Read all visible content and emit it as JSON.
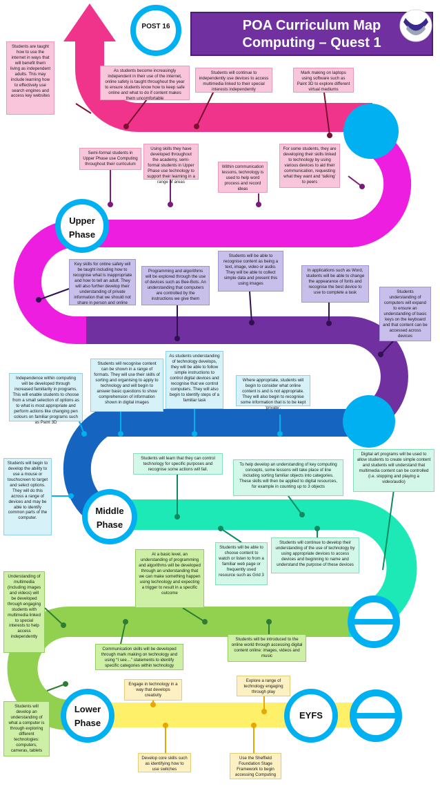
{
  "title": {
    "line1": "POA Curriculum Map",
    "line2": "Computing – Quest 1"
  },
  "phases": {
    "post16": "POST 16",
    "upper_1": "Upper",
    "upper_2": "Phase",
    "middle_1": "Middle",
    "middle_2": "Phase",
    "lower_1": "Lower",
    "lower_2": "Phase",
    "eyfs": "EYFS"
  },
  "colors": {
    "post16_road": "#f0348c",
    "upper_road": "#ee1ee0",
    "upper2_road": "#7030a0",
    "middle_road": "#1565c0",
    "middle2_road": "#1de9b6",
    "lower_road": "#92d050",
    "eyfs_road": "#fff06a",
    "circle": "#00b0f0",
    "title_bg": "#7030a0"
  },
  "notes": [
    {
      "key": "p1",
      "text": "Students are taught how to use the internet in ways that will benefit them living as independent adults. This may include learning how to effectively use search engines and access key websites"
    },
    {
      "key": "p2",
      "text": "As students become increasingly independent in their use of the internet, online safety is taught throughout the year to ensure students know how to keep safe online and what to do if content makes them uncomfortable"
    },
    {
      "key": "p3",
      "text": "Students will continue to independently use devices to access multimedia linked to their special interests independently"
    },
    {
      "key": "p4",
      "text": "Mark making on laptops using software such as Paint 3D to explore different virtual mediums"
    },
    {
      "key": "u1",
      "text": "Semi-formal students in Upper Phase use Computing throughout their curriculum"
    },
    {
      "key": "u2",
      "text": "Using skills they have developed throughout the academy, semi-formal students in Upper Phase use technology to support their learning in a range of areas"
    },
    {
      "key": "u3",
      "text": "Within communication lessons, technology is used to help word process and record ideas"
    },
    {
      "key": "u4",
      "text": "For some students, they are developing their skills linked to technology by using various devices to aid their communication, requesting what they want and ‘talking’ to peers"
    },
    {
      "key": "v1",
      "text": "Key skills for online safety will be taught including how to recognise what is inappropriate and how to tell an adult. They will also further develop their understanding of private information that we should not share in person and online"
    },
    {
      "key": "v2",
      "text": "Programming and algorithms will be explored through the use of devices such as Bee-Bots. An understanding that computers are controlled by the instructions we give them"
    },
    {
      "key": "v3",
      "text": "Students will be able to recognise content as being a text, image, video or audio. They will be able to collect simple data and present this using images"
    },
    {
      "key": "v4",
      "text": "In applications such as Word, students will be able to change the appearance of fonts and recognise the best device to use to complete a task"
    },
    {
      "key": "v5",
      "text": "Students understanding of computers will expand to ensure an understanding of basic keys on the keyboard and that content can be accessed across devices"
    },
    {
      "key": "c1",
      "text": "Independence within computing will be developed through increased familiarity in programs. This will enable students to choose from a small selection of options as to what is most appropriate and perform actions like changing pen colours on familiar programs such as Paint 3D"
    },
    {
      "key": "c2",
      "text": "Students will recognise content can be shown in a range of formats. They will use their skills of sorting and organising to apply to technology and will begin to answer basic questions to show comprehension of information shown in digital images"
    },
    {
      "key": "c3",
      "text": "As students understanding of technology develops, they will be able to follow simple instructions to control digital devices and recognise that we control computers. They will also begin to identify steps of a familiar task"
    },
    {
      "key": "c4",
      "text": "Where appropriate, students will begin to consider what online content is and is not appropriate. They will also begin to recognise some information that is to be kept ‘private’."
    },
    {
      "key": "c5",
      "text": "Students will begin to develop the ability to use a mouse or touchscreen to target and select options. They will do this across a range of devices and may be able to identify common parts of the computer."
    },
    {
      "key": "m1",
      "text": "Students will learn that they can control technology for specific purposes and recognise some actions will fail."
    },
    {
      "key": "m2",
      "text": "To help develop an understanding of key computing concepts, some lessons will take place of line including sorting familiar objects into categories. These skills will then be applied to digital resources, for example in counting up to 3 objects"
    },
    {
      "key": "m3",
      "text": "Digital art programs will be used to allow students to create simple content and students will understand that multimedia content can be controlled (i.e. stopping and playing a video/audio)"
    },
    {
      "key": "m4",
      "text": "Students will be able to choose content to watch or listen to from a familiar web page or frequently used resource such as Grid 3"
    },
    {
      "key": "m5",
      "text": "Students will continue to develop their understanding of the use of technology by using appropriate devices to access devices and beginning to name and understand the purpose of these devices"
    },
    {
      "key": "l1",
      "text": "At a basic level, an understanding of programming and algorithms will be developed through an understanding that we can make something happen using technology and expecting a trigger to result in a specific outcome"
    },
    {
      "key": "l2",
      "text": "Understanding of multimedia (including images and videos) will be developed through engaging students with multimedia linked to special interests to help access independently"
    },
    {
      "key": "l3",
      "text": "Communication skills will be developed through mark making on technology and using “I see…” statements to identify specific categories within technology"
    },
    {
      "key": "l4",
      "text": "Students will be introduced to the online world through accessing digital content online: images, videos and music"
    },
    {
      "key": "l5",
      "text": "Students will develop an understanding of what a computer is through exploring different technologies: computers, cameras, tablets"
    },
    {
      "key": "e1",
      "text": "Engage in technology in a way that develops creativity"
    },
    {
      "key": "e2",
      "text": "Explore a range of technology engaging through play"
    },
    {
      "key": "e3",
      "text": "Develop core skills such as identifying how to use switches"
    },
    {
      "key": "e4",
      "text": "Use the Sheffield Foundation Stage Framework to begin accessing Computing"
    }
  ]
}
